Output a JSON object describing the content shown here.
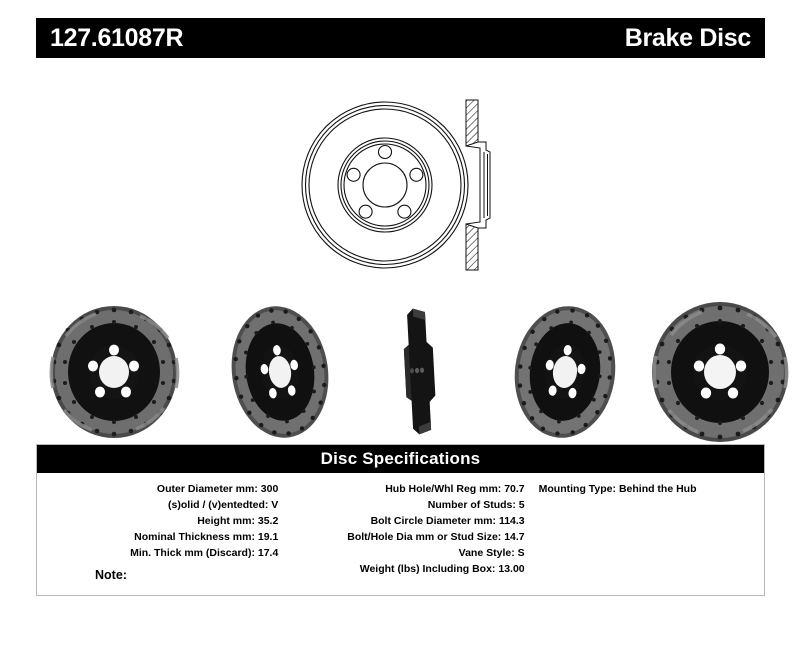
{
  "header": {
    "part_number": "127.61087R",
    "product_type": "Brake Disc",
    "background_color": "#000000",
    "text_color": "#ffffff"
  },
  "technical_drawing": {
    "face_view_name": "rotor-face-outline",
    "section_view_name": "rotor-cross-section",
    "stud_hole_count": 5
  },
  "product_photos": [
    {
      "name": "rotor-photo-slotted-front-left",
      "view": "front",
      "finish": "drilled-and-slotted"
    },
    {
      "name": "rotor-photo-drilled-angled-1",
      "view": "angled",
      "finish": "cross-drilled"
    },
    {
      "name": "rotor-photo-edge-profile",
      "view": "edge",
      "finish": "profile"
    },
    {
      "name": "rotor-photo-drilled-angled-2",
      "view": "angled",
      "finish": "cross-drilled"
    },
    {
      "name": "rotor-photo-slotted-front-right",
      "view": "front",
      "finish": "drilled-and-slotted"
    }
  ],
  "specifications": {
    "title": "Disc Specifications",
    "left_column": [
      {
        "label": "Outer Diameter mm:",
        "value": "300"
      },
      {
        "label": "(s)olid / (v)entedted:",
        "value": "V"
      },
      {
        "label": "Height mm:",
        "value": "35.2"
      },
      {
        "label": "Nominal Thickness mm:",
        "value": "19.1"
      },
      {
        "label": "Min. Thick mm (Discard):",
        "value": "17.4"
      }
    ],
    "middle_column": [
      {
        "label": "Hub Hole/Whl Reg mm:",
        "value": "70.7"
      },
      {
        "label": "Number of Studs:",
        "value": "5"
      },
      {
        "label": "Bolt Circle Diameter mm:",
        "value": "114.3"
      },
      {
        "label": "Bolt/Hole Dia mm or Stud Size:",
        "value": "14.7"
      },
      {
        "label": "Vane Style:",
        "value": "S"
      },
      {
        "label": "Weight (lbs) Including Box:",
        "value": "13.00"
      }
    ],
    "right_column": [
      {
        "label": "Mounting Type:",
        "value": "Behind the Hub"
      }
    ]
  },
  "note": {
    "label": "Note:",
    "value": ""
  }
}
